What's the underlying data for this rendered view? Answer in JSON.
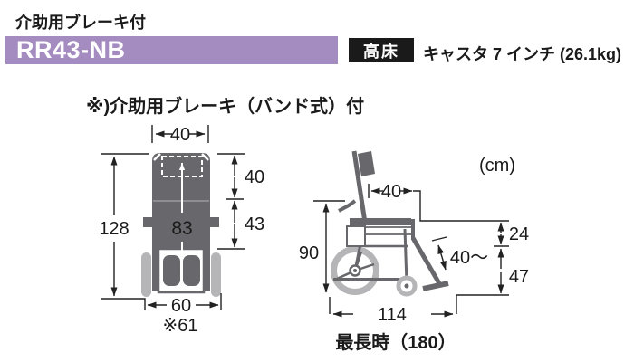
{
  "header": {
    "subtitle": "介助用ブレーキ付",
    "model": "RR43-NB",
    "badge": "高床",
    "spec": "キャスタ 7 インチ (26.1kg)"
  },
  "note": "※)介助用ブレーキ（バンド式）付",
  "unit": "(cm)",
  "colors": {
    "accent": "#a48bc0",
    "badge_bg": "#1a1a1a",
    "body_gray": "#67676c",
    "wheel_gray": "#b5b5b8",
    "dim_line": "#222222"
  },
  "rear_view": {
    "title": "rear view of wheelchair",
    "dims": {
      "top_width": "40",
      "overall_height": "128",
      "backrest_center": "83",
      "upper_section": "40",
      "lower_section": "43",
      "wheel_track": "60",
      "wheel_track_note": "※61"
    }
  },
  "side_view": {
    "title": "side view of wheelchair",
    "dims": {
      "seat_depth": "40",
      "handle_height": "90",
      "legrest_length": "40～",
      "seat_to_armrest": "24",
      "seat_height": "47",
      "overall_length": "114",
      "max_length": "最長時（180）"
    }
  }
}
